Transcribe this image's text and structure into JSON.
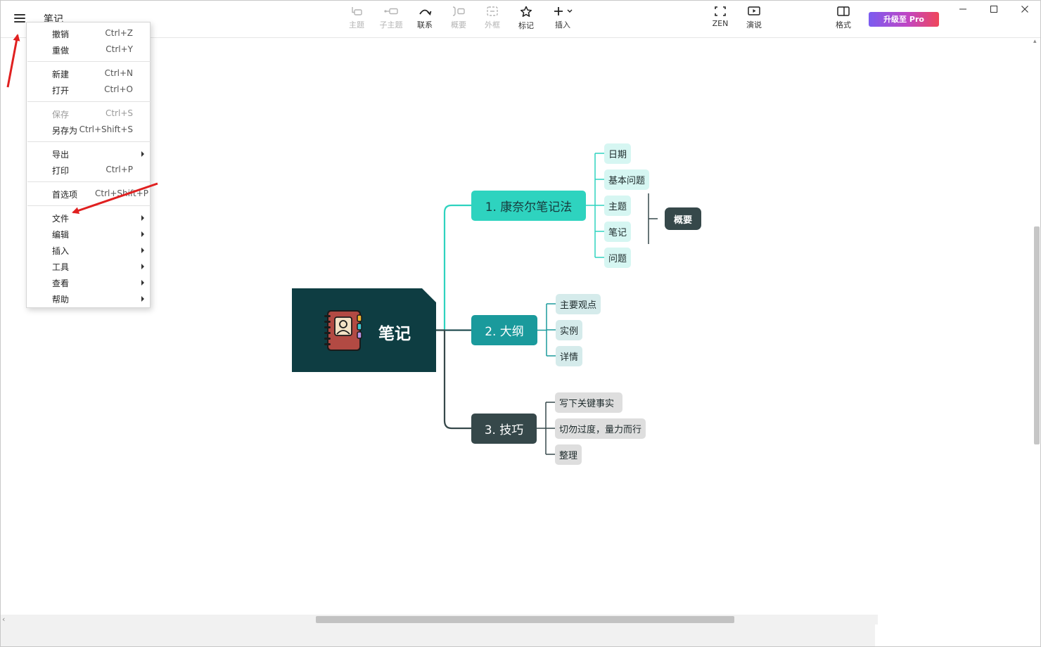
{
  "window": {
    "doc_title": "笔记"
  },
  "toolbar": {
    "items": [
      {
        "label": "主题",
        "icon": "topic-icon",
        "enabled": false
      },
      {
        "label": "子主题",
        "icon": "subtopic-icon",
        "enabled": false
      },
      {
        "label": "联系",
        "icon": "relationship-icon",
        "enabled": true
      },
      {
        "label": "概要",
        "icon": "summary-icon",
        "enabled": false
      },
      {
        "label": "外框",
        "icon": "boundary-icon",
        "enabled": false
      },
      {
        "label": "标记",
        "icon": "star-icon",
        "enabled": true
      },
      {
        "label": "插入",
        "icon": "plus-icon",
        "enabled": true
      }
    ],
    "zen_label": "ZEN",
    "present_label": "演说",
    "format_label": "格式",
    "pro_label": "升级至 Pro",
    "pro_gradient": [
      "#7b5cf0",
      "#f0465a"
    ]
  },
  "menu": {
    "groups": [
      [
        {
          "label": "撤销",
          "shortcut": "Ctrl+Z"
        },
        {
          "label": "重做",
          "shortcut": "Ctrl+Y"
        }
      ],
      [
        {
          "label": "新建",
          "shortcut": "Ctrl+N"
        },
        {
          "label": "打开",
          "shortcut": "Ctrl+O"
        }
      ],
      [
        {
          "label": "保存",
          "shortcut": "Ctrl+S",
          "disabled": true
        },
        {
          "label": "另存为",
          "shortcut": "Ctrl+Shift+S"
        }
      ],
      [
        {
          "label": "导出",
          "submenu": true
        },
        {
          "label": "打印",
          "shortcut": "Ctrl+P"
        }
      ],
      [
        {
          "label": "首选项",
          "shortcut": "Ctrl+Shift+P"
        }
      ],
      [
        {
          "label": "文件",
          "submenu": true
        },
        {
          "label": "编辑",
          "submenu": true
        },
        {
          "label": "插入",
          "submenu": true
        },
        {
          "label": "工具",
          "submenu": true
        },
        {
          "label": "查看",
          "submenu": true
        },
        {
          "label": "帮助",
          "submenu": true
        }
      ]
    ]
  },
  "mindmap": {
    "central": {
      "label": "笔记",
      "icon": "notebook-icon",
      "color": "#0e3d42"
    },
    "branches": [
      {
        "label": "1. 康奈尔笔记法",
        "color": "#2ed3bf",
        "children": [
          "日期",
          "基本问题",
          "主题",
          "笔记",
          "问题"
        ],
        "summary": "概要"
      },
      {
        "label": "2. 大纲",
        "color": "#1a9a9c",
        "children": [
          "主要观点",
          "实例",
          "详情"
        ]
      },
      {
        "label": "3. 技巧",
        "color": "#36484a",
        "children": [
          "写下关键事实",
          "切勿过度，量力而行",
          "整理"
        ]
      }
    ]
  },
  "annotations": {
    "arrow_color": "#e02020"
  }
}
